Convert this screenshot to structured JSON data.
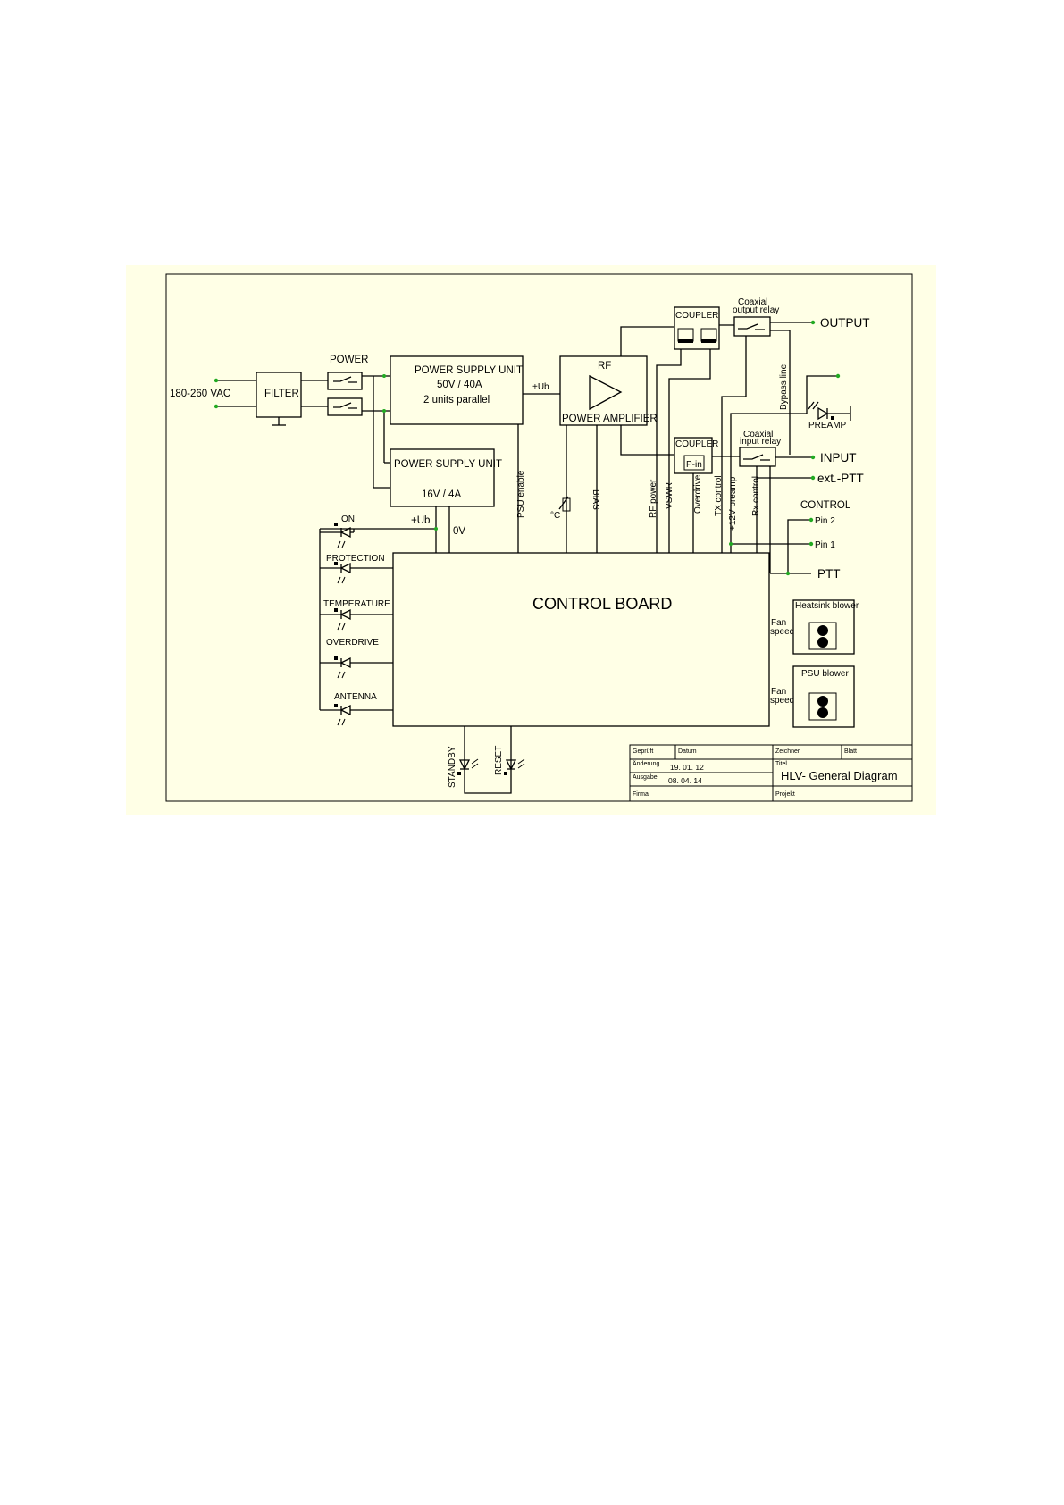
{
  "colors": {
    "sheet": "#ffffe6",
    "line": "#000000",
    "connector": "#22aa22"
  },
  "labels": {
    "ac_input": "180-260 VAC",
    "filter": "FILTER",
    "power": "POWER",
    "psu1_title": "POWER SUPPLY UNIT",
    "psu1_rating": "50V / 40A",
    "psu1_note": "2 units parallel",
    "psu2_title": "POWER SUPPLY UNIT",
    "psu2_rating": "16V / 4A",
    "ub_pa": "+Ub",
    "rf": "RF",
    "power_amplifier": "POWER AMPLIFIER",
    "coupler_out": "COUPLER",
    "coupler_in": "COUPLER",
    "p_in": "P-in",
    "output_relay_1": "Coaxial",
    "output_relay_2": "output relay",
    "input_relay_1": "Coaxial",
    "input_relay_2": "input relay",
    "output": "OUTPUT",
    "input": "INPUT",
    "ext_ptt": "ext.-PTT",
    "preamp": "PREAMP",
    "bypass_line": "Bypass line",
    "control": "CONTROL",
    "pin2": "Pin 2",
    "pin1": "Pin 1",
    "ptt": "PTT",
    "control_board": "CONTROL BOARD",
    "ub_board": "+Ub",
    "zero_v": "0V",
    "psu_enable": "PSU enable",
    "temp_sensor": "°C",
    "bias": "BIAS",
    "rf_power": "RF power",
    "vswr": "VSWR",
    "overdrive_sig": "Overdrive",
    "tx_control": "TX control",
    "preamp_12v": "+12V preamp",
    "rx_control": "Rx control",
    "heatsink_blower": "Heatsink blower",
    "psu_blower": "PSU blower",
    "fan_1a": "Fan",
    "fan_1b": "speed",
    "fan_2a": "Fan",
    "fan_2b": "speed",
    "led_on": "ON",
    "led_protection": "PROTECTION",
    "led_temperature": "TEMPERATURE",
    "led_overdrive": "OVERDRIVE",
    "led_antenna": "ANTENNA",
    "standby": "STANDBY",
    "reset": "RESET"
  },
  "title_block": {
    "geprueft": "Geprüft",
    "datum": "Datum",
    "zeichner": "Zeichner",
    "blatt": "Blatt",
    "aenderung": "Änderung",
    "aenderung_date": "19. 01. 12",
    "ausgabe": "Ausgabe",
    "ausgabe_date": "08. 04. 14",
    "firma": "Firma",
    "titel": "Titel",
    "title": "HLV- General Diagram",
    "projekt": "Projekt"
  }
}
